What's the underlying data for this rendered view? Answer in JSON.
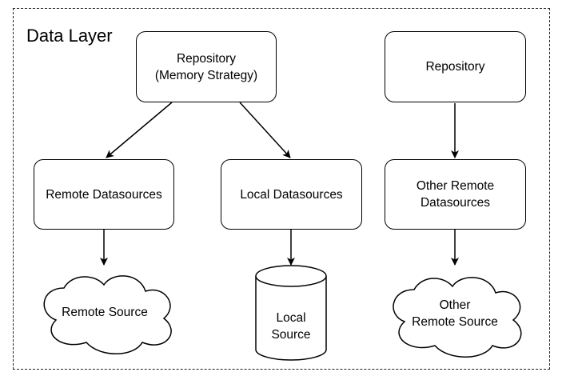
{
  "diagram": {
    "title": "Data Layer",
    "nodes": {
      "repo_memory": "Repository\n(Memory Strategy)",
      "repo_other": "Repository",
      "remote_datasources": "Remote Datasources",
      "local_datasources": "Local Datasources",
      "other_remote_datasources": "Other Remote\nDatasources",
      "remote_source": "Remote Source",
      "local_source": "Local\nSource",
      "other_remote_source": "Other\nRemote Source"
    },
    "edges": [
      {
        "from": "Repository (Memory Strategy)",
        "to": "Remote Datasources"
      },
      {
        "from": "Repository (Memory Strategy)",
        "to": "Local Datasources"
      },
      {
        "from": "Repository",
        "to": "Other Remote Datasources"
      },
      {
        "from": "Remote Datasources",
        "to": "Remote Source"
      },
      {
        "from": "Local Datasources",
        "to": "Local Source"
      },
      {
        "from": "Other Remote Datasources",
        "to": "Other Remote Source"
      }
    ]
  }
}
